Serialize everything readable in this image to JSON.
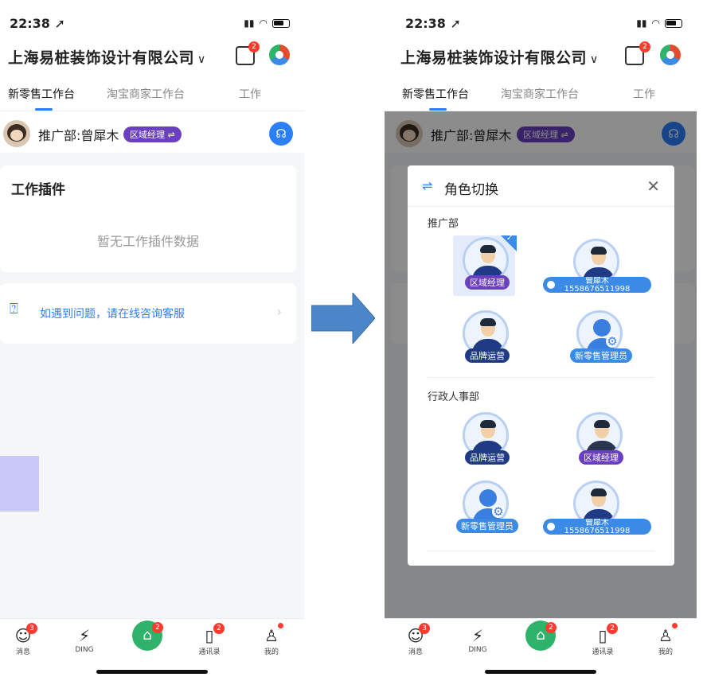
{
  "left_phone": {
    "status": {
      "time": "22:38 ➚"
    },
    "company": {
      "name": "上海易桩装饰设计有限公司",
      "chevron": "∨"
    },
    "todo_badge": "2",
    "tabs": [
      "新零售工作台",
      "淘宝商家工作台",
      "工作"
    ],
    "user": {
      "name": "推广部:曾犀木",
      "role": "区域经理 ⇌"
    },
    "plugin_card": {
      "title": "工作插件",
      "empty": "暂无工作插件数据"
    },
    "help": {
      "text": "如遇到问题，请在线咨询客服"
    },
    "nav": [
      {
        "label": "消息",
        "badge": "3"
      },
      {
        "label": "DING",
        "badge": ""
      },
      {
        "label": "",
        "badge": "2"
      },
      {
        "label": "通讯录",
        "badge": "2"
      },
      {
        "label": "我的",
        "badge": ""
      }
    ]
  },
  "right_phone": {
    "status": {
      "time": "22:38 ➚"
    },
    "company": {
      "name": "上海易桩装饰设计有限公司",
      "chevron": "∨"
    },
    "todo_badge": "2",
    "tabs": [
      "新零售工作台",
      "淘宝商家工作台",
      "工作"
    ],
    "user": {
      "name": "推广部:曾犀木",
      "role": "区域经理 ⇌"
    },
    "modal": {
      "title": "角色切换",
      "sections": [
        {
          "name": "推广部",
          "roles": [
            {
              "label": "区域经理",
              "selected": true
            },
            {
              "label": "曾犀木",
              "sub": "15586765119​98"
            },
            {
              "label": "品牌运营"
            },
            {
              "label": "新零售管理员"
            }
          ]
        },
        {
          "name": "行政人事部",
          "roles": [
            {
              "label": "品牌运营"
            },
            {
              "label": "区域经理"
            },
            {
              "label": "新零售管理员"
            },
            {
              "label": "曾犀木",
              "sub": "15586765119​98"
            }
          ]
        }
      ]
    },
    "nav": [
      {
        "label": "消息",
        "badge": "3"
      },
      {
        "label": "DING",
        "badge": ""
      },
      {
        "label": "",
        "badge": "2"
      },
      {
        "label": "通讯录",
        "badge": "2"
      },
      {
        "label": "我的",
        "badge": ""
      }
    ]
  },
  "colors": {
    "accent": "#2d7ff9",
    "role_purple": "#6a3fc0",
    "badge_red": "#ff3b30",
    "arrow": "#4a86c8"
  }
}
